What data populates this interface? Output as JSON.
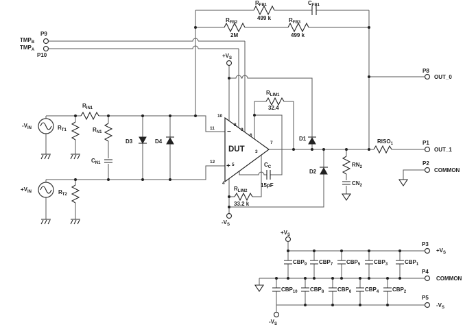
{
  "io": {
    "p9": {
      "id": "P9",
      "signal": "TMP",
      "signal_sub": "B"
    },
    "p10": {
      "id": "P10",
      "signal": "TMP",
      "signal_sub": "A"
    },
    "p8": {
      "id": "P8",
      "signal": "OUT_0"
    },
    "p1": {
      "id": "P1",
      "signal": "OUT_1"
    },
    "p2": {
      "id": "P2",
      "signal": "COMMON"
    },
    "p3": {
      "id": "P3",
      "signal": "+V",
      "signal_sub": "S"
    },
    "p4": {
      "id": "P4",
      "signal": "COMMON"
    },
    "p5": {
      "id": "P5",
      "signal": "-V",
      "signal_sub": "S"
    }
  },
  "supplies": {
    "vpos": {
      "base": "+V",
      "sub": "S"
    },
    "vneg": {
      "base": "-V",
      "sub": "S"
    },
    "vin_neg": {
      "base": "-V",
      "sub": "IN"
    },
    "vin_pos": {
      "base": "+V",
      "sub": "IN"
    }
  },
  "dut": {
    "label": "DUT",
    "minus_sign": "−",
    "plus_sign": "+",
    "pins": {
      "p10": "10",
      "p11": "11",
      "p12": "12",
      "p4": "4",
      "p8": "8",
      "p9": "9",
      "p6": "6",
      "p7": "7",
      "p5": "5",
      "p3": "3"
    }
  },
  "components": {
    "rfb1": {
      "base": "R",
      "sub": "FB1",
      "value": "499 k"
    },
    "rfb2": {
      "base": "R",
      "sub": "FB2",
      "value": "2M"
    },
    "rfb3": {
      "base": "R",
      "sub": "FB3",
      "value": "499 k"
    },
    "cfb1": {
      "base": "C",
      "sub": "FB1"
    },
    "rin1": {
      "base": "R",
      "sub": "IN1"
    },
    "rt1": {
      "base": "R",
      "sub": "T1"
    },
    "rt2": {
      "base": "R",
      "sub": "T2"
    },
    "rn1": {
      "base": "R",
      "sub": "N1"
    },
    "cn1": {
      "base": "C",
      "sub": "N1"
    },
    "rlim1": {
      "base": "R",
      "sub": "LIM1",
      "value": "32.4"
    },
    "rlim2": {
      "base": "R",
      "sub": "LIM2",
      "value": "33.2 k"
    },
    "cc": {
      "base": "C",
      "sub": "C",
      "value": "15pF"
    },
    "riso": {
      "base": "RISO",
      "sub": "1"
    },
    "rn2": {
      "base": "RN",
      "sub": "2"
    },
    "cn2": {
      "base": "CN",
      "sub": "2"
    },
    "d1": "D1",
    "d2": "D2",
    "d3": "D3",
    "d4": "D4",
    "cbp1": {
      "base": "CBP",
      "sub": "1"
    },
    "cbp2": {
      "base": "CBP",
      "sub": "2"
    },
    "cbp3": {
      "base": "CBP",
      "sub": "3"
    },
    "cbp4": {
      "base": "CBP",
      "sub": "4"
    },
    "cbp5": {
      "base": "CBP",
      "sub": "5"
    },
    "cbp6": {
      "base": "CBP",
      "sub": "6"
    },
    "cbp7": {
      "base": "CBP",
      "sub": "7"
    },
    "cbp8": {
      "base": "CBP",
      "sub": "8"
    },
    "cbp9": {
      "base": "CBP",
      "sub": "9"
    },
    "cbp10": {
      "base": "CBP",
      "sub": "10"
    }
  }
}
